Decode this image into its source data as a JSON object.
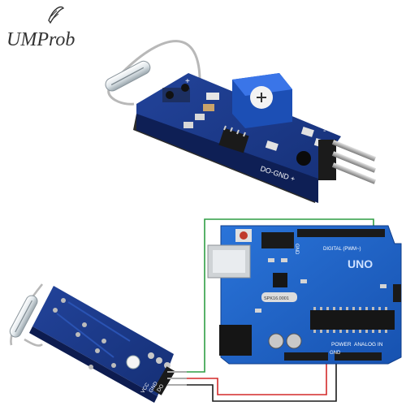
{
  "brand": {
    "name": "UMProb"
  },
  "top_module": {
    "pin_labels": [
      "DO",
      "GND",
      "+"
    ],
    "pin_text_combined": "DO-GND +",
    "sign_left_plus": "+",
    "sign_right_minus": "-"
  },
  "arduino": {
    "board_name": "UNO",
    "digital_label": "DIGITAL (PWM~)",
    "gnd_label": "GND",
    "power_label": "POWER",
    "analog_label": "ANALOG IN",
    "crystal_label": "SPK16.0001"
  },
  "bottom_module": {
    "pin_labels": [
      "VCC",
      "GND",
      "DO"
    ]
  },
  "colors": {
    "pcb_blue": "#1d3a8a",
    "pcb_dark": "#13286a",
    "arduino_blue": "#1f63c9",
    "wire_green": "#2f9e44",
    "wire_red": "#d42a2a",
    "wire_black": "#1b1b1b",
    "trimpot_blue": "#2a62d8"
  }
}
